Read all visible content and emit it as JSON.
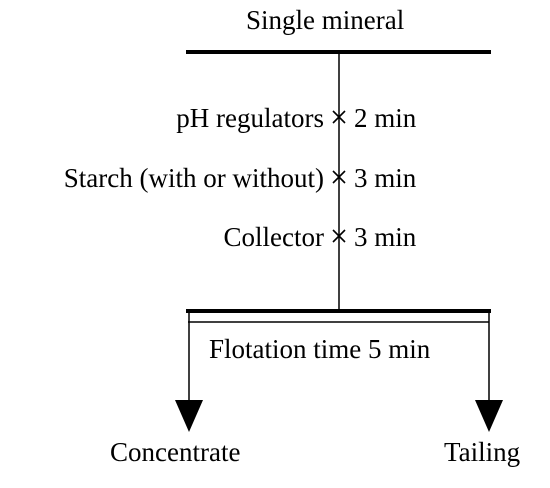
{
  "title": "Single mineral",
  "steps": [
    {
      "reagent": "pH regulators",
      "time": "2 min"
    },
    {
      "reagent": "Starch (with or without)",
      "time": "3 min"
    },
    {
      "reagent": "Collector",
      "time": "3 min"
    }
  ],
  "flotation": {
    "label": "Flotation time 5 min"
  },
  "products": {
    "concentrate": "Concentrate",
    "tailing": "Tailing"
  },
  "colors": {
    "ink": "#000000",
    "background": "#ffffff"
  }
}
